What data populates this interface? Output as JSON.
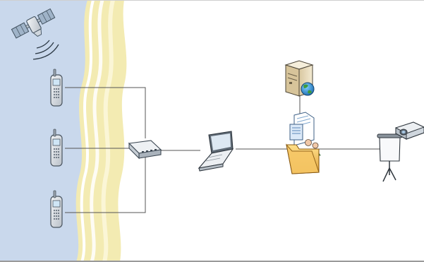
{
  "diagram": {
    "nodes": [
      {
        "id": "satellite",
        "icon": "satellite-icon"
      },
      {
        "id": "phone-1",
        "icon": "mobile-phone-icon"
      },
      {
        "id": "phone-2",
        "icon": "mobile-phone-icon"
      },
      {
        "id": "phone-3",
        "icon": "mobile-phone-icon"
      },
      {
        "id": "hub",
        "icon": "network-hub-icon"
      },
      {
        "id": "laptop",
        "icon": "laptop-icon"
      },
      {
        "id": "server",
        "icon": "web-server-icon"
      },
      {
        "id": "shared-folder",
        "icon": "shared-folder-icon"
      },
      {
        "id": "projection-screen",
        "icon": "projection-screen-icon"
      },
      {
        "id": "projector",
        "icon": "projector-icon"
      }
    ],
    "connections": [
      [
        "phone-1",
        "hub"
      ],
      [
        "phone-2",
        "hub"
      ],
      [
        "phone-3",
        "hub"
      ],
      [
        "hub",
        "laptop"
      ],
      [
        "laptop",
        "shared-folder"
      ],
      [
        "server",
        "shared-folder"
      ],
      [
        "shared-folder",
        "projection-screen"
      ]
    ],
    "colors": {
      "sea": "#c9d8ec",
      "sand": "#f3ebb2",
      "shore": "#ffffff",
      "line": "#555555",
      "device": "#d8dde3",
      "folder": "#f0c060",
      "globe": "#3f9a3a"
    }
  }
}
